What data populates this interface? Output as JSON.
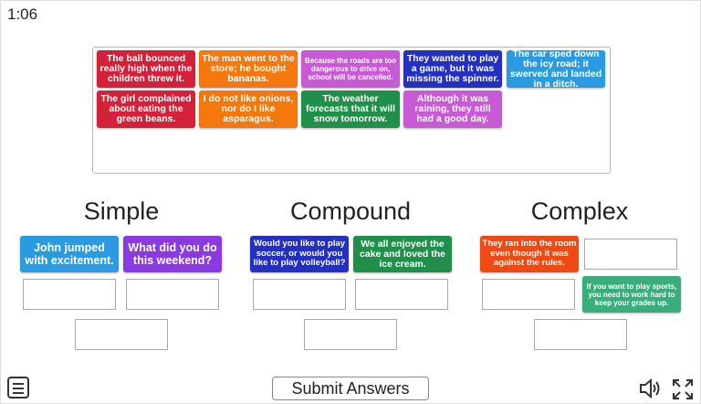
{
  "timer": "1:06",
  "pool": [
    {
      "text": "The ball bounced really high when the children threw it.",
      "color": "#d4213a"
    },
    {
      "text": "The man went to the store; he bought bananas.",
      "color": "#f5780e"
    },
    {
      "text": "Because the roads are too dangerous to drive on, school will be cancelled.",
      "color": "#c95ad6"
    },
    {
      "text": "They wanted to play a game, but it was missing the spinner.",
      "color": "#2430c0"
    },
    {
      "text": "The car sped down the icy road; it swerved and landed in a ditch.",
      "color": "#2a9be0"
    },
    {
      "text": "The girl complained about eating the green beans.",
      "color": "#d4213a"
    },
    {
      "text": "I do not like onions, nor do I like asparagus.",
      "color": "#f5780e"
    },
    {
      "text": "The weather forecasts that it will snow tomorrow.",
      "color": "#1f8f4a"
    },
    {
      "text": "Although it was raining, they still had a good day.",
      "color": "#c95ad6"
    }
  ],
  "groups": [
    {
      "title": "Simple",
      "tiles": [
        {
          "text": "John jumped with excitement.",
          "color": "#2a9be0"
        },
        {
          "text": "What did you do this weekend?",
          "color": "#8a3ae0"
        }
      ]
    },
    {
      "title": "Compound",
      "tiles": [
        {
          "text": "Would you like to play soccer, or would you like to play volleyball?",
          "color": "#2430c0"
        },
        {
          "text": "We all enjoyed the cake and loved the ice cream.",
          "color": "#1f8f4a"
        }
      ]
    },
    {
      "title": "Complex",
      "tiles": [
        {
          "text": "They ran into the room even though it was against the rules.",
          "color": "#ef4a14"
        },
        {
          "text": "If you want to play sports, you need to work hard to keep your grades up.",
          "color": "#3aae7a"
        }
      ]
    }
  ],
  "submit_label": "Submit Answers",
  "icons": {
    "menu": "menu-icon",
    "sound": "speaker-icon",
    "fullscreen": "fullscreen-icon"
  }
}
